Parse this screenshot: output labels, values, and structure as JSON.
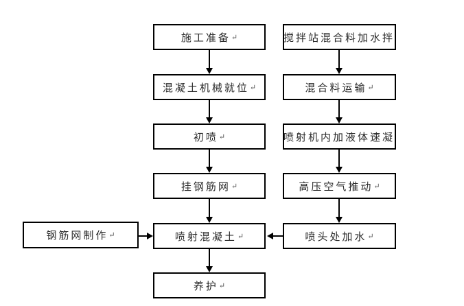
{
  "flowchart": {
    "left_column": [
      {
        "label": "施工准备",
        "mark": "↵"
      },
      {
        "label": "混凝土机械就位",
        "mark": "↵"
      },
      {
        "label": "初喷",
        "mark": "↵"
      },
      {
        "label": "挂钢筋网",
        "mark": "↵"
      },
      {
        "label": "喷射混凝土",
        "mark": "↵"
      },
      {
        "label": "养护",
        "mark": "↵"
      }
    ],
    "right_column": [
      {
        "label": "搅拌站混合料加水拌",
        "mark": ""
      },
      {
        "label": "混合料运输",
        "mark": "↵"
      },
      {
        "label": "喷射机内加液体速凝",
        "mark": ""
      },
      {
        "label": "高压空气推动",
        "mark": "↵"
      },
      {
        "label": "喷头处加水",
        "mark": "↵"
      }
    ],
    "side": [
      {
        "label": "钢筋网制作",
        "mark": "↵"
      }
    ],
    "colors": {
      "background": "#ffffff",
      "border": "#000000",
      "text": "#2b2b2b",
      "arrow": "#000000"
    }
  }
}
